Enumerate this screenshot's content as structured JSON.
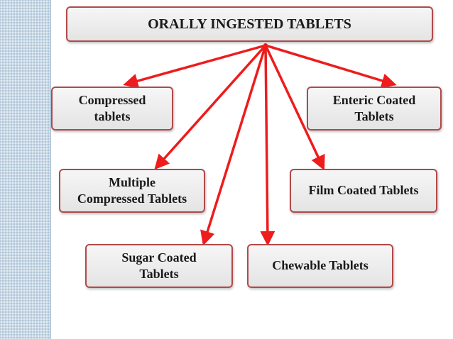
{
  "title": "ORALLY INGESTED TABLETS",
  "colors": {
    "arrow": "#ee1c1c",
    "box_border": "#b04a4a",
    "box_fill": "#eeeeee"
  },
  "nodes": {
    "compressed": "Compressed\ntablets",
    "enteric": "Enteric Coated\nTablets",
    "multiple": "Multiple\nCompressed Tablets",
    "film": "Film Coated Tablets",
    "sugar": "Sugar Coated\nTablets",
    "chewable": "Chewable Tablets"
  }
}
